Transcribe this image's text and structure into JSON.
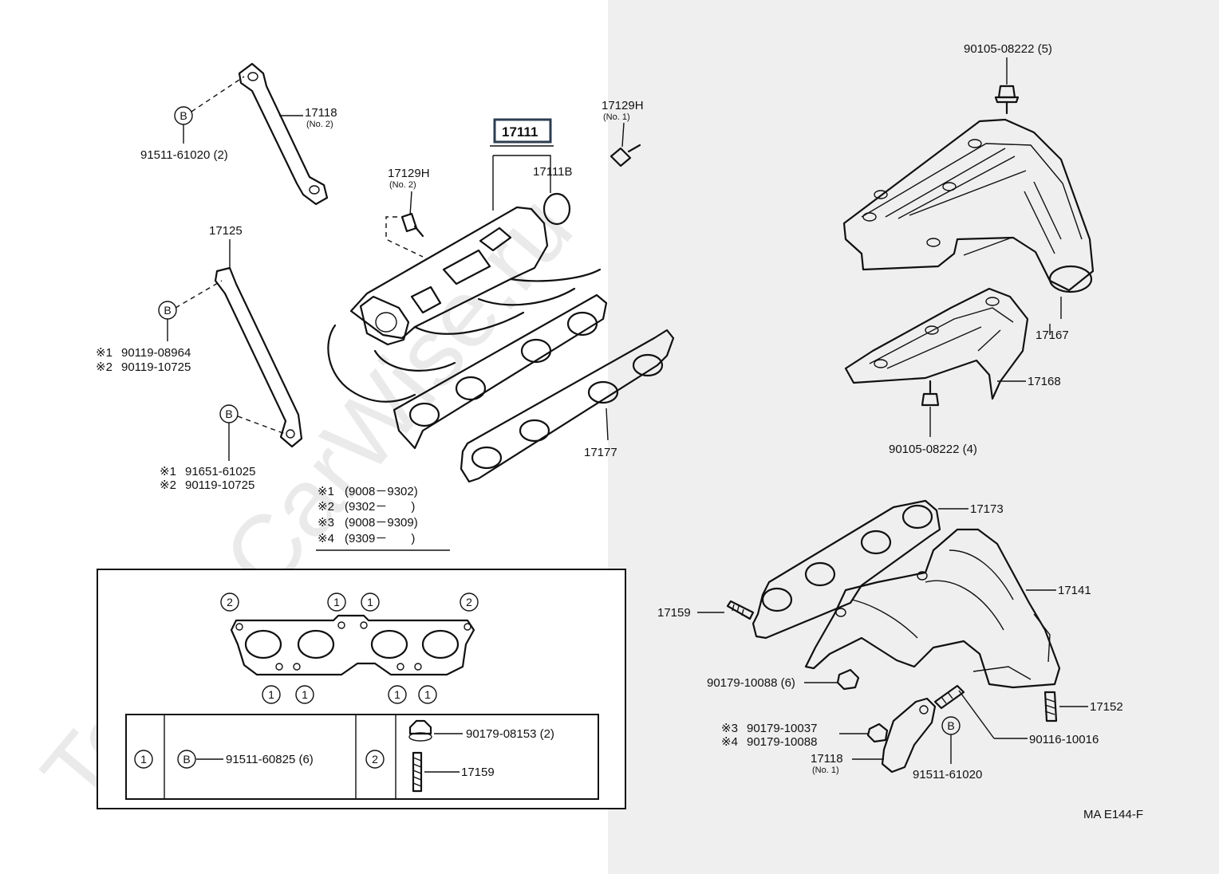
{
  "watermark": "ToyotaCarWise.ru",
  "drawing_code": "MA E144-F",
  "highlighted_part": "17111",
  "labels": {
    "p17118_no2": "17118",
    "p17118_no2_sub": "(No. 2)",
    "p91511_61020_2": "91511-61020 (2)",
    "p17125": "17125",
    "s1_90119_08964": "90119-08964",
    "s2_90119_10725": "90119-10725",
    "s1_91651_61025": "91651-61025",
    "s2_90119_10725b": "90119-10725",
    "p17129h_no2": "17129H",
    "p17129h_no2_sub": "(No. 2)",
    "p17129h_no1": "17129H",
    "p17129h_no1_sub": "(No. 1)",
    "p17111b": "17111B",
    "p17177": "17177",
    "p90105_5": "90105-08222 (5)",
    "p17167": "17167",
    "p17168": "17168",
    "p90105_4": "90105-08222 (4)",
    "p17173": "17173",
    "p17141": "17141",
    "p17159": "17159",
    "p90179_10088_6": "90179-10088 (6)",
    "p17152": "17152",
    "s3_90179_10037": "90179-10037",
    "s4_90179_10088": "90179-10088",
    "p17118_no1": "17118",
    "p17118_no1_sub": "(No. 1)",
    "p91511_61020": "91511-61020",
    "p90116_10016": "90116-10016"
  },
  "legend": [
    {
      "mark": "※1",
      "range": "(9008－9302)"
    },
    {
      "mark": "※2",
      "range": "(9302－　　)"
    },
    {
      "mark": "※3",
      "range": "(9008－9309)"
    },
    {
      "mark": "※4",
      "range": "(9309－　　)"
    }
  ],
  "marks": {
    "s1": "※1",
    "s2": "※2",
    "s3": "※3",
    "s4": "※4",
    "b": "B",
    "one": "1",
    "two": "2"
  },
  "inset": {
    "part_91511_60825": "91511-60825 (6)",
    "part_90179_08153": "90179-08153 (2)",
    "part_17159": "17159"
  }
}
